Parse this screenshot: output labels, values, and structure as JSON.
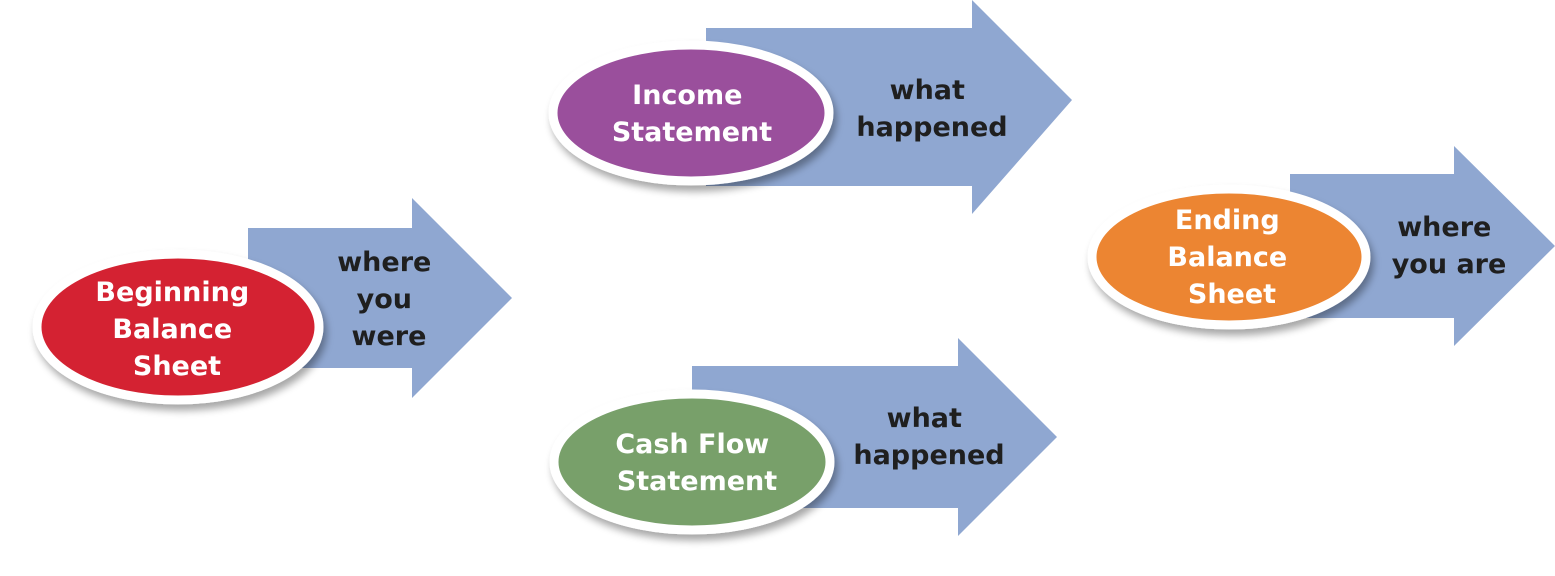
{
  "colors": {
    "arrow": "#8fa7d1",
    "oval_border": "#ffffff",
    "shadow": "#b5b5b5",
    "beginning": "#d42430",
    "income": "#9a4f9c",
    "cashflow": "#78a06b",
    "ending": "#ec8530",
    "arrow_text": "#1f1f1f",
    "oval_text": "#ffffff"
  },
  "nodes": {
    "beginning": {
      "oval_lines": [
        "Beginning",
        "Balance",
        "Sheet"
      ],
      "arrow_lines": [
        "where",
        "you",
        "were"
      ]
    },
    "income": {
      "oval_lines": [
        "Income",
        "Statement"
      ],
      "arrow_lines": [
        "what",
        "happened"
      ]
    },
    "cashflow": {
      "oval_lines": [
        "Cash Flow",
        "Statement"
      ],
      "arrow_lines": [
        "what",
        "happened"
      ]
    },
    "ending": {
      "oval_lines": [
        "Ending",
        "Balance",
        "Sheet"
      ],
      "arrow_lines": [
        "where",
        "you are"
      ]
    }
  }
}
